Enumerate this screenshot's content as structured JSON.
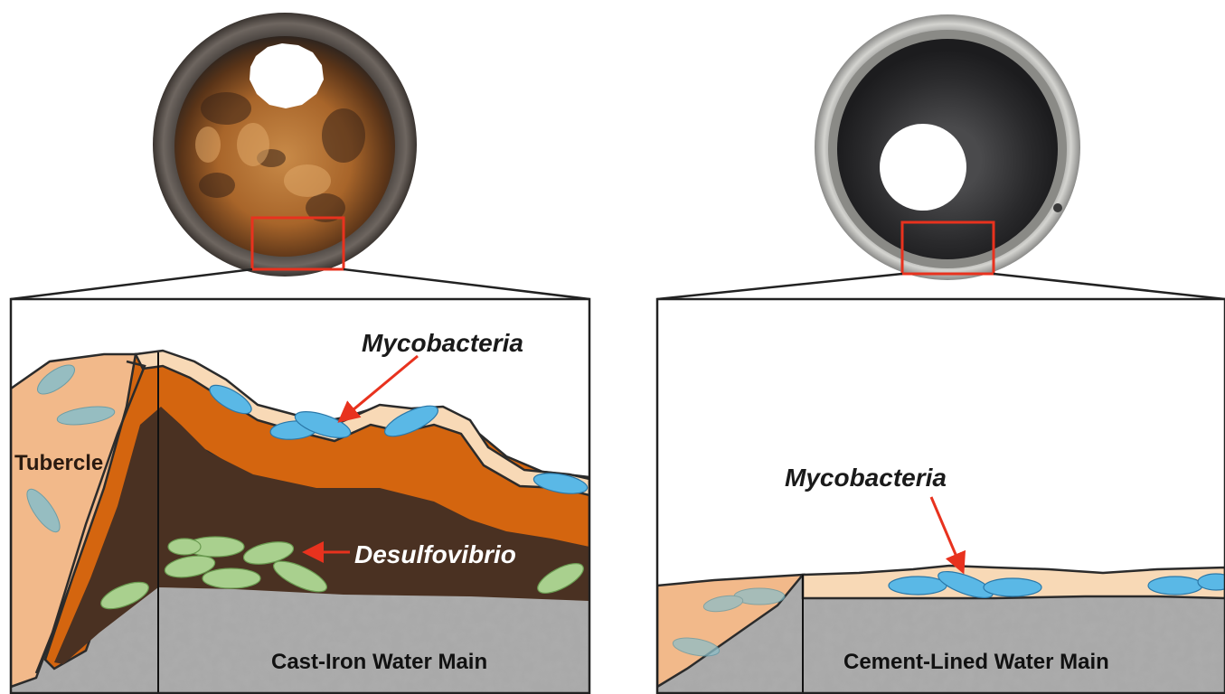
{
  "left_panel": {
    "labels": {
      "mycobacteria": "Mycobacteria",
      "tubercle": "Tubercle",
      "desulfovibrio": "Desulfovibrio",
      "pipe_type": "Cast-Iron Water Main"
    }
  },
  "right_panel": {
    "labels": {
      "mycobacteria": "Mycobacteria",
      "pipe_type": "Cement-Lined Water Main"
    }
  },
  "colors": {
    "highlight_box": "#e8321e",
    "arrow": "#e8321e",
    "mycobacteria_cell": "#5ab8e6",
    "desulfovibrio_cell": "#a9d08e",
    "tubercle_outer": "#f2b98a",
    "biofilm_layer": "#f8d9b6",
    "corrosion_orange": "#d4650f",
    "corrosion_dark": "#4a3122",
    "pipe_wall": "#a8a8a8"
  }
}
